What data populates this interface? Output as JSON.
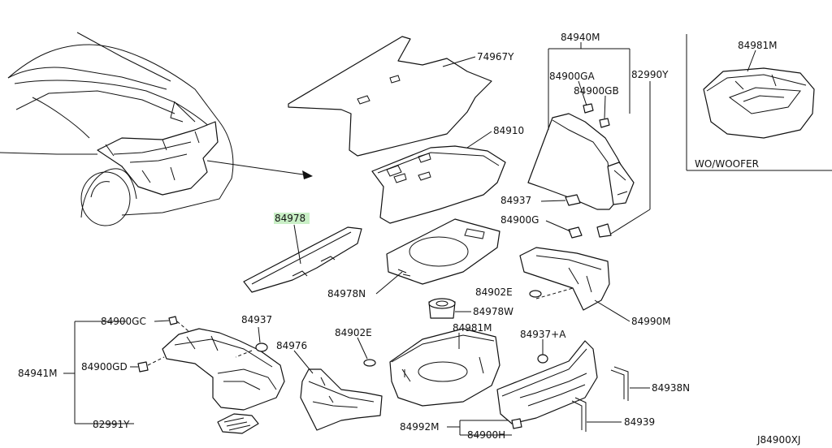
{
  "diagram": {
    "code": "J84900XJ",
    "variant_box_label": "WO/WOOFER",
    "highlight_color": "#c9efc6",
    "labels": {
      "p74967Y": "74967Y",
      "p84910": "84910",
      "p84940M": "84940M",
      "p84900GA": "84900GA",
      "p84900GB": "84900GB",
      "p82990Y": "82990Y",
      "p84981M_top": "84981M",
      "p84978": "84978",
      "p84937_r": "84937",
      "p84900G": "84900G",
      "p84978N": "84978N",
      "p84902E_r": "84902E",
      "p84978W": "84978W",
      "p84990M": "84990M",
      "p84900GC": "84900GC",
      "p84937_l": "84937",
      "p84941M": "84941M",
      "p84900GD": "84900GD",
      "p84976": "84976",
      "p84902E_c": "84902E",
      "p84981M_c": "84981M",
      "p84937A": "84937+A",
      "p84938N": "84938N",
      "p82991Y": "82991Y",
      "p84992M": "84992M",
      "p84900H": "84900H",
      "p84939": "84939"
    }
  }
}
